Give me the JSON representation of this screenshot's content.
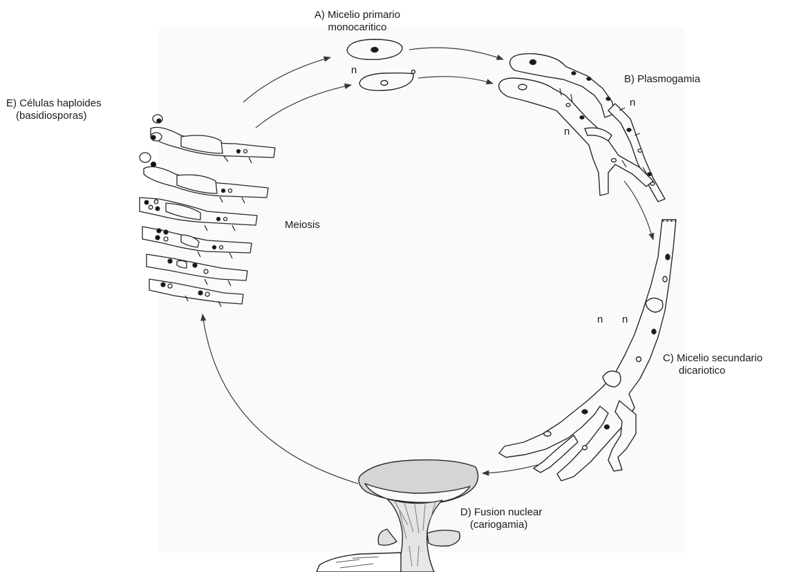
{
  "labels": {
    "a_line1": "A) Micelio primario",
    "a_line2": "monocaritico",
    "b": "B) Plasmogamia",
    "c_line1": "C) Micelio secundario",
    "c_line2": "dicariotico",
    "d_line1": "D) Fusion nuclear",
    "d_line2": "(cariogamia)",
    "e_line1": "E) Células haploides",
    "e_line2": "(basidiosporas)",
    "meiosis": "Meiosis"
  },
  "ploidy": {
    "n_a": "n",
    "n_b1": "n",
    "n_b2": "n",
    "n_c1": "n",
    "n_c2": "n"
  },
  "colors": {
    "ink": "#1a1a1a",
    "arrow": "#333333",
    "shade": "#9a9a9a"
  }
}
